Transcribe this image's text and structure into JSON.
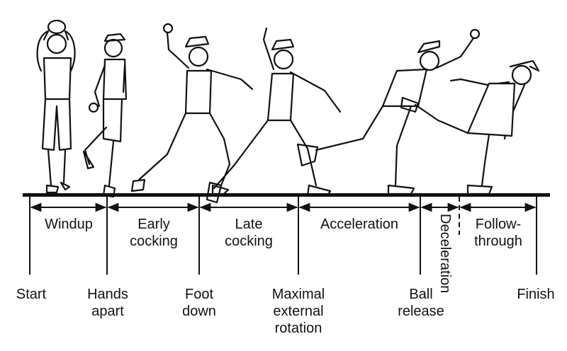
{
  "phases": [
    {
      "key": "windup",
      "label": "Windup"
    },
    {
      "key": "early-cocking",
      "label": "Early\ncocking"
    },
    {
      "key": "late-cocking",
      "label": "Late\ncocking"
    },
    {
      "key": "acceleration",
      "label": "Acceleration"
    },
    {
      "key": "deceleration",
      "label": "Deceleration"
    },
    {
      "key": "follow-through",
      "label": "Follow-\nthrough"
    }
  ],
  "events": [
    {
      "key": "start",
      "label": "Start"
    },
    {
      "key": "hands-apart",
      "label": "Hands\napart"
    },
    {
      "key": "foot-down",
      "label": "Foot\ndown"
    },
    {
      "key": "maximal-external-rotation",
      "label": "Maximal\nexternal\nrotation"
    },
    {
      "key": "ball-release",
      "label": "Ball\nrelease"
    },
    {
      "key": "finish",
      "label": "Finish"
    }
  ],
  "figures": [
    {
      "key": "windup-pose"
    },
    {
      "key": "hands-apart-pose"
    },
    {
      "key": "early-cocking-pose"
    },
    {
      "key": "late-cocking-pose"
    },
    {
      "key": "acceleration-pose"
    },
    {
      "key": "follow-through-pose"
    }
  ]
}
